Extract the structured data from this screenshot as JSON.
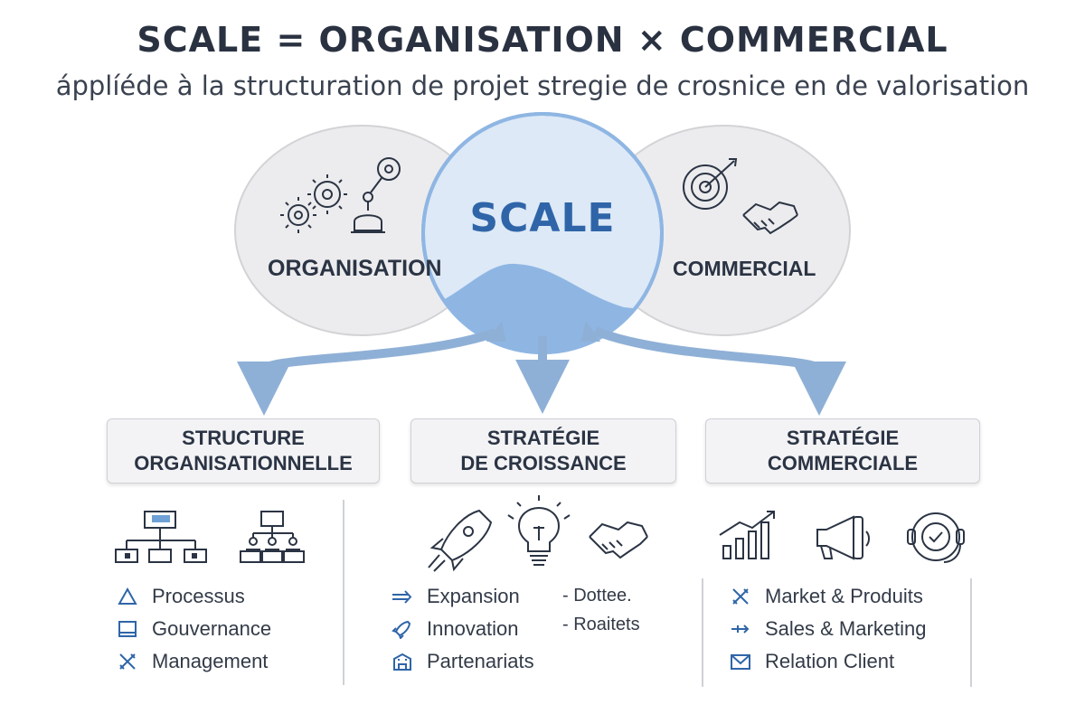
{
  "header": {
    "title": "SCALE = ORGANISATION × COMMERCIAL",
    "subtitle": "ápplíéde à la structuration de projet stregie de crosnice en de valorisation"
  },
  "circles": {
    "left": {
      "label": "ORGANISATION",
      "icons": [
        "gears-icon",
        "robot-arm-icon"
      ]
    },
    "center": {
      "label": "SCALE"
    },
    "right": {
      "label": "COMMERCIAL",
      "icons": [
        "target-icon",
        "handshake-icon"
      ]
    }
  },
  "colors": {
    "accent": "#2f65a8",
    "arrow": "#8fb0d6",
    "circle_gray": "#ececee",
    "circle_blue": "#d9e8f8",
    "wave": "#8fb6e3"
  },
  "columns": [
    {
      "box_line1": "STRUCTURE",
      "box_line2": "ORGANISATIONNELLE",
      "icons": [
        "org-chart-icon",
        "hierarchy-icon"
      ],
      "items": [
        {
          "icon": "triangle-icon",
          "label": "Processus"
        },
        {
          "icon": "square-icon",
          "label": "Gouvernance"
        },
        {
          "icon": "tools-icon",
          "label": "Management"
        }
      ]
    },
    {
      "box_line1": "STRATÉGIE",
      "box_line2": "DE CROISSANCE",
      "icons": [
        "rocket-icon",
        "lightbulb-icon",
        "handshake-icon"
      ],
      "items": [
        {
          "icon": "arrow-right-icon",
          "label": "Expansion"
        },
        {
          "icon": "rocket-small-icon",
          "label": "Innovation"
        },
        {
          "icon": "building-icon",
          "label": "Partenariats"
        }
      ],
      "extra_items": [
        "- Dottee.",
        "- Roaitets"
      ]
    },
    {
      "box_line1": "STRATÉGIE",
      "box_line2": "COMMERCIALE",
      "icons": [
        "bar-chart-icon",
        "megaphone-icon",
        "headset-icon"
      ],
      "items": [
        {
          "icon": "tools-icon",
          "label": "Market & Produits"
        },
        {
          "icon": "plus-arrow-icon",
          "label": "Sales & Marketing"
        },
        {
          "icon": "envelope-icon",
          "label": "Relation Client"
        }
      ]
    }
  ]
}
